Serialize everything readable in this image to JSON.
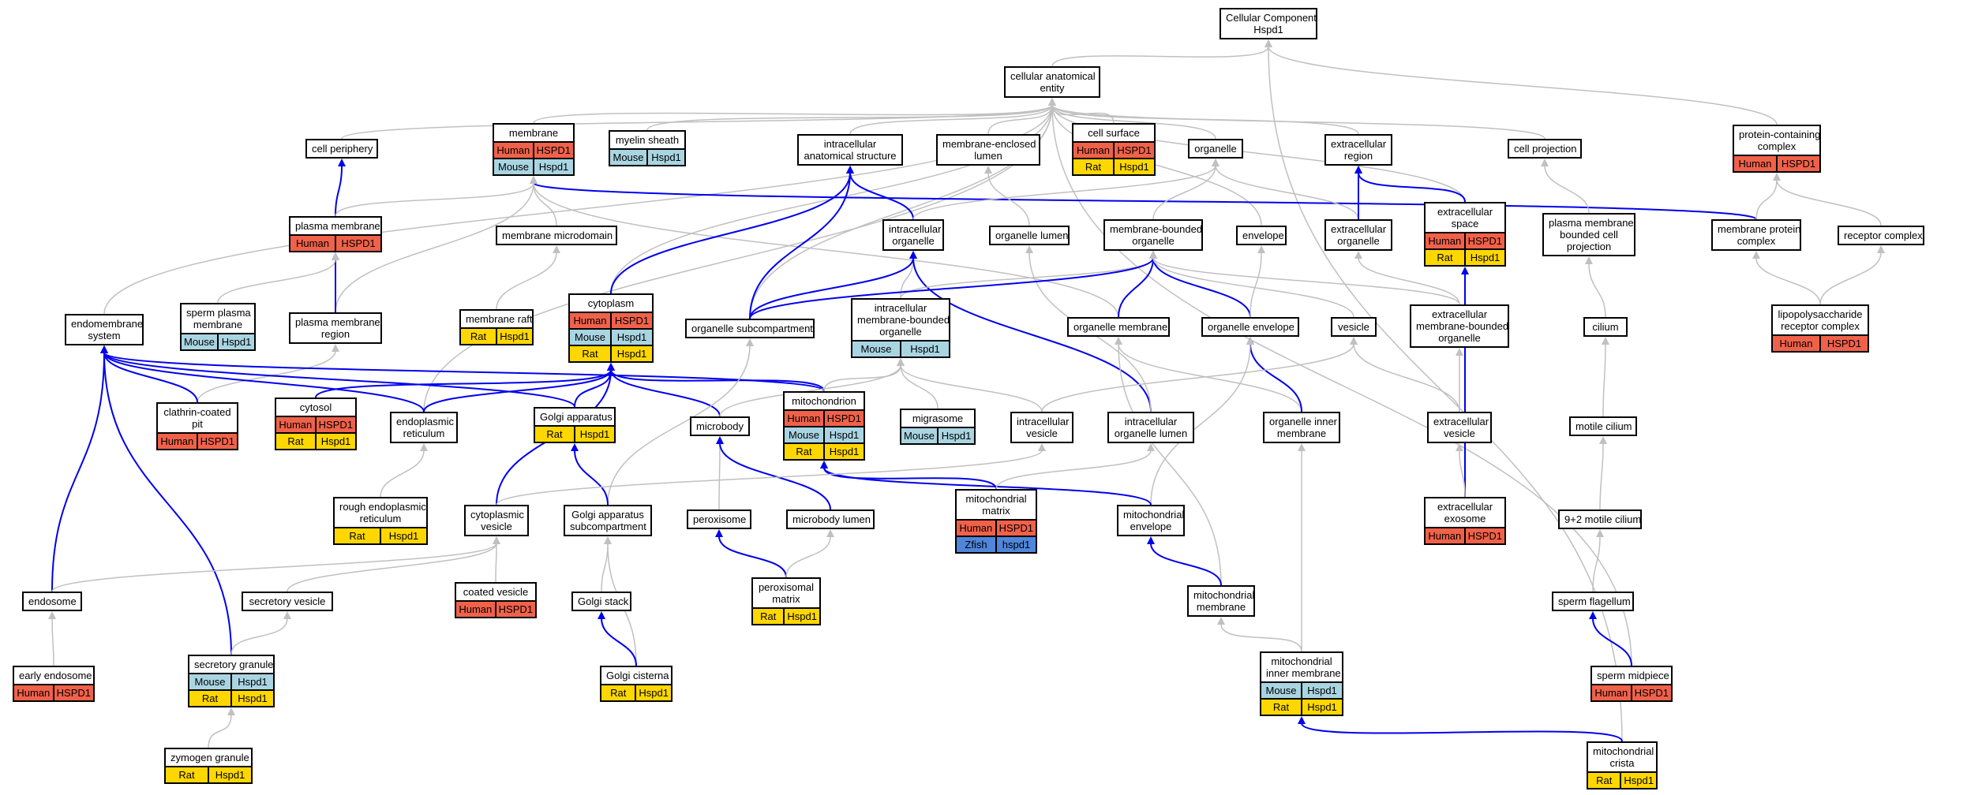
{
  "colors": {
    "Human": "#f0614a",
    "Mouse": "#a9d5e2",
    "Rat": "#ffd700",
    "Zfish": "#4f86dc",
    "edge_blue": "#0000ee",
    "edge_grey": "#c0c0c0"
  },
  "nodes": {
    "n_root": {
      "label": "Cellular Component\nHspd1",
      "rows": []
    },
    "n_cae": {
      "label": "cellular anatomical\nentity",
      "rows": []
    },
    "n_cellper": {
      "label": "cell periphery",
      "rows": []
    },
    "n_membrane": {
      "label": "membrane",
      "rows": [
        [
          "Human",
          "HSPD1"
        ],
        [
          "Mouse",
          "Hspd1"
        ]
      ]
    },
    "n_myelin": {
      "label": "myelin sheath",
      "rows": [
        [
          "Mouse",
          "Hspd1"
        ]
      ]
    },
    "n_ias": {
      "label": "intracellular\nanatomical structure",
      "rows": []
    },
    "n_mel": {
      "label": "membrane-enclosed\nlumen",
      "rows": []
    },
    "n_cellsurf": {
      "label": "cell surface",
      "rows": [
        [
          "Human",
          "HSPD1"
        ],
        [
          "Rat",
          "Hspd1"
        ]
      ]
    },
    "n_organelle": {
      "label": "organelle",
      "rows": []
    },
    "n_extreg": {
      "label": "extracellular\nregion",
      "rows": []
    },
    "n_cellproj": {
      "label": "cell projection",
      "rows": []
    },
    "n_protcx": {
      "label": "protein-containing\ncomplex",
      "rows": [
        [
          "Human",
          "HSPD1"
        ]
      ]
    },
    "n_plasmamem": {
      "label": "plasma membrane",
      "rows": [
        [
          "Human",
          "HSPD1"
        ]
      ]
    },
    "n_memmicro": {
      "label": "membrane microdomain",
      "rows": []
    },
    "n_intraorg": {
      "label": "intracellular\norganelle",
      "rows": []
    },
    "n_orglumen": {
      "label": "organelle lumen",
      "rows": []
    },
    "n_mbo": {
      "label": "membrane-bounded\norganelle",
      "rows": []
    },
    "n_envelope": {
      "label": "envelope",
      "rows": []
    },
    "n_extorg": {
      "label": "extracellular\norganelle",
      "rows": []
    },
    "n_extspace": {
      "label": "extracellular\nspace",
      "rows": [
        [
          "Human",
          "HSPD1"
        ],
        [
          "Rat",
          "Hspd1"
        ]
      ]
    },
    "n_pmbcp": {
      "label": "plasma membrane\nbounded cell\nprojection",
      "rows": []
    },
    "n_memprotcx": {
      "label": "membrane protein\ncomplex",
      "rows": []
    },
    "n_reccx": {
      "label": "receptor complex",
      "rows": []
    },
    "n_endomem": {
      "label": "endomembrane\nsystem",
      "rows": []
    },
    "n_spermpm": {
      "label": "sperm plasma\nmembrane",
      "rows": [
        [
          "Mouse",
          "Hspd1"
        ]
      ]
    },
    "n_pmregion": {
      "label": "plasma membrane\nregion",
      "rows": []
    },
    "n_memraft": {
      "label": "membrane raft",
      "rows": [
        [
          "Rat",
          "Hspd1"
        ]
      ]
    },
    "n_cytoplasm": {
      "label": "cytoplasm",
      "rows": [
        [
          "Human",
          "HSPD1"
        ],
        [
          "Mouse",
          "Hspd1"
        ],
        [
          "Rat",
          "Hspd1"
        ]
      ]
    },
    "n_orgsub": {
      "label": "organelle subcompartment",
      "rows": []
    },
    "n_imbo": {
      "label": "intracellular\nmembrane-bounded\norganelle",
      "rows": [
        [
          "Mouse",
          "Hspd1"
        ]
      ]
    },
    "n_orgmem": {
      "label": "organelle membrane",
      "rows": []
    },
    "n_orgenv": {
      "label": "organelle envelope",
      "rows": []
    },
    "n_vesicle": {
      "label": "vesicle",
      "rows": []
    },
    "n_embo": {
      "label": "extracellular\nmembrane-bounded\norganelle",
      "rows": []
    },
    "n_cilium": {
      "label": "cilium",
      "rows": []
    },
    "n_lps": {
      "label": "lipopolysaccharide\nreceptor complex",
      "rows": [
        [
          "Human",
          "HSPD1"
        ]
      ]
    },
    "n_ccpit": {
      "label": "clathrin-coated\npit",
      "rows": [
        [
          "Human",
          "HSPD1"
        ]
      ]
    },
    "n_cytosol": {
      "label": "cytosol",
      "rows": [
        [
          "Human",
          "HSPD1"
        ],
        [
          "Rat",
          "Hspd1"
        ]
      ]
    },
    "n_er": {
      "label": "endoplasmic\nreticulum",
      "rows": []
    },
    "n_golgi": {
      "label": "Golgi apparatus",
      "rows": [
        [
          "Rat",
          "Hspd1"
        ]
      ]
    },
    "n_microbody": {
      "label": "microbody",
      "rows": []
    },
    "n_mito": {
      "label": "mitochondrion",
      "rows": [
        [
          "Human",
          "HSPD1"
        ],
        [
          "Mouse",
          "Hspd1"
        ],
        [
          "Rat",
          "Hspd1"
        ]
      ]
    },
    "n_migrasome": {
      "label": "migrasome",
      "rows": [
        [
          "Mouse",
          "Hspd1"
        ]
      ]
    },
    "n_intraves": {
      "label": "intracellular\nvesicle",
      "rows": []
    },
    "n_intraorglumen": {
      "label": "intracellular\norganelle lumen",
      "rows": []
    },
    "n_orginnermem": {
      "label": "organelle inner\nmembrane",
      "rows": []
    },
    "n_extves": {
      "label": "extracellular\nvesicle",
      "rows": []
    },
    "n_motcilium": {
      "label": "motile cilium",
      "rows": []
    },
    "n_rer": {
      "label": "rough endoplasmic\nreticulum",
      "rows": [
        [
          "Rat",
          "Hspd1"
        ]
      ]
    },
    "n_cytoves": {
      "label": "cytoplasmic\nvesicle",
      "rows": []
    },
    "n_golgisub": {
      "label": "Golgi apparatus\nsubcompartment",
      "rows": []
    },
    "n_peroxisome": {
      "label": "peroxisome",
      "rows": []
    },
    "n_mblumen": {
      "label": "microbody lumen",
      "rows": []
    },
    "n_mitomatrix": {
      "label": "mitochondrial\nmatrix",
      "rows": [
        [
          "Human",
          "HSPD1"
        ],
        [
          "Zfish",
          "hspd1"
        ]
      ]
    },
    "n_mitoenv": {
      "label": "mitochondrial\nenvelope",
      "rows": []
    },
    "n_extexo": {
      "label": "extracellular\nexosome",
      "rows": [
        [
          "Human",
          "HSPD1"
        ]
      ]
    },
    "n_92cilium": {
      "label": "9+2 motile cilium",
      "rows": []
    },
    "n_endosome": {
      "label": "endosome",
      "rows": []
    },
    "n_secves": {
      "label": "secretory vesicle",
      "rows": []
    },
    "n_coatedves": {
      "label": "coated vesicle",
      "rows": [
        [
          "Human",
          "HSPD1"
        ]
      ]
    },
    "n_golgistack": {
      "label": "Golgi stack",
      "rows": []
    },
    "n_pxmatrix": {
      "label": "peroxisomal\nmatrix",
      "rows": [
        [
          "Rat",
          "Hspd1"
        ]
      ]
    },
    "n_mitomem": {
      "label": "mitochondrial\nmembrane",
      "rows": []
    },
    "n_spermflag": {
      "label": "sperm flagellum",
      "rows": []
    },
    "n_earlyendo": {
      "label": "early endosome",
      "rows": [
        [
          "Human",
          "HSPD1"
        ]
      ]
    },
    "n_secgran": {
      "label": "secretory granule",
      "rows": [
        [
          "Mouse",
          "Hspd1"
        ],
        [
          "Rat",
          "Hspd1"
        ]
      ]
    },
    "n_golgicist": {
      "label": "Golgi cisterna",
      "rows": [
        [
          "Rat",
          "Hspd1"
        ]
      ]
    },
    "n_mitoinner": {
      "label": "mitochondrial\ninner membrane",
      "rows": [
        [
          "Mouse",
          "Hspd1"
        ],
        [
          "Rat",
          "Hspd1"
        ]
      ]
    },
    "n_spermmid": {
      "label": "sperm midpiece",
      "rows": [
        [
          "Human",
          "HSPD1"
        ]
      ]
    },
    "n_zymogen": {
      "label": "zymogen granule",
      "rows": [
        [
          "Rat",
          "Hspd1"
        ]
      ]
    },
    "n_mitocrista": {
      "label": "mitochondrial\ncrista",
      "rows": [
        [
          "Rat",
          "Hspd1"
        ]
      ]
    }
  },
  "edges": [
    {
      "from": "n_cae",
      "to": "n_root",
      "type": "is_a"
    },
    {
      "from": "n_protcx",
      "to": "n_root",
      "type": "is_a"
    },
    {
      "from": "n_mitocrista",
      "to": "n_root",
      "type": "is_a"
    },
    {
      "from": "n_cellper",
      "to": "n_cae",
      "type": "is_a"
    },
    {
      "from": "n_membrane",
      "to": "n_cae",
      "type": "is_a"
    },
    {
      "from": "n_myelin",
      "to": "n_cae",
      "type": "is_a"
    },
    {
      "from": "n_ias",
      "to": "n_cae",
      "type": "is_a"
    },
    {
      "from": "n_mel",
      "to": "n_cae",
      "type": "is_a"
    },
    {
      "from": "n_cellsurf",
      "to": "n_cae",
      "type": "is_a"
    },
    {
      "from": "n_organelle",
      "to": "n_cae",
      "type": "is_a"
    },
    {
      "from": "n_extreg",
      "to": "n_cae",
      "type": "is_a"
    },
    {
      "from": "n_cellproj",
      "to": "n_cae",
      "type": "is_a"
    },
    {
      "from": "n_endomem",
      "to": "n_cae",
      "type": "is_a"
    },
    {
      "from": "n_cytoplasm",
      "to": "n_cae",
      "type": "is_a"
    },
    {
      "from": "n_orgsub",
      "to": "n_cae",
      "type": "is_a"
    },
    {
      "from": "n_envelope",
      "to": "n_cae",
      "type": "is_a"
    },
    {
      "from": "n_extspace",
      "to": "n_cae",
      "type": "is_a"
    },
    {
      "from": "n_spermmid",
      "to": "n_cae",
      "type": "is_a"
    },
    {
      "from": "n_er",
      "to": "n_cae",
      "type": "is_a"
    },
    {
      "from": "n_plasmamem",
      "to": "n_cellper",
      "type": "part_of"
    },
    {
      "from": "n_memprotcx",
      "to": "n_membrane",
      "type": "part_of"
    },
    {
      "from": "n_plasmamem",
      "to": "n_membrane",
      "type": "is_a"
    },
    {
      "from": "n_memmicro",
      "to": "n_membrane",
      "type": "is_a"
    },
    {
      "from": "n_orgmem",
      "to": "n_membrane",
      "type": "is_a"
    },
    {
      "from": "n_pmregion",
      "to": "n_membrane",
      "type": "is_a"
    },
    {
      "from": "n_intraorg",
      "to": "n_ias",
      "type": "part_of"
    },
    {
      "from": "n_orgsub",
      "to": "n_ias",
      "type": "part_of"
    },
    {
      "from": "n_cytoplasm",
      "to": "n_ias",
      "type": "part_of"
    },
    {
      "from": "n_orglumen",
      "to": "n_mel",
      "type": "is_a"
    },
    {
      "from": "n_intraorg",
      "to": "n_organelle",
      "type": "is_a"
    },
    {
      "from": "n_mbo",
      "to": "n_organelle",
      "type": "is_a"
    },
    {
      "from": "n_extorg",
      "to": "n_organelle",
      "type": "is_a"
    },
    {
      "from": "n_extorg",
      "to": "n_extreg",
      "type": "part_of"
    },
    {
      "from": "n_extspace",
      "to": "n_extreg",
      "type": "part_of"
    },
    {
      "from": "n_pmbcp",
      "to": "n_cellproj",
      "type": "is_a"
    },
    {
      "from": "n_memprotcx",
      "to": "n_protcx",
      "type": "is_a"
    },
    {
      "from": "n_reccx",
      "to": "n_protcx",
      "type": "is_a"
    },
    {
      "from": "n_pmregion",
      "to": "n_plasmamem",
      "type": "part_of"
    },
    {
      "from": "n_spermpm",
      "to": "n_plasmamem",
      "type": "is_a"
    },
    {
      "from": "n_memraft",
      "to": "n_memmicro",
      "type": "is_a"
    },
    {
      "from": "n_imbo",
      "to": "n_intraorg",
      "type": "is_a"
    },
    {
      "from": "n_orgsub",
      "to": "n_intraorg",
      "type": "part_of"
    },
    {
      "from": "n_intraorglumen",
      "to": "n_intraorg",
      "type": "part_of"
    },
    {
      "from": "n_intraorglumen",
      "to": "n_orglumen",
      "type": "is_a"
    },
    {
      "from": "n_imbo",
      "to": "n_mbo",
      "type": "is_a"
    },
    {
      "from": "n_orgmem",
      "to": "n_mbo",
      "type": "part_of"
    },
    {
      "from": "n_orgenv",
      "to": "n_mbo",
      "type": "part_of"
    },
    {
      "from": "n_orgsub",
      "to": "n_mbo",
      "type": "part_of"
    },
    {
      "from": "n_vesicle",
      "to": "n_mbo",
      "type": "is_a"
    },
    {
      "from": "n_embo",
      "to": "n_mbo",
      "type": "is_a"
    },
    {
      "from": "n_orgenv",
      "to": "n_envelope",
      "type": "is_a"
    },
    {
      "from": "n_embo",
      "to": "n_extorg",
      "type": "is_a"
    },
    {
      "from": "n_extexo",
      "to": "n_extspace",
      "type": "part_of"
    },
    {
      "from": "n_cilium",
      "to": "n_pmbcp",
      "type": "is_a"
    },
    {
      "from": "n_lps",
      "to": "n_memprotcx",
      "type": "is_a"
    },
    {
      "from": "n_lps",
      "to": "n_reccx",
      "type": "is_a"
    },
    {
      "from": "n_ccpit",
      "to": "n_pmregion",
      "type": "is_a"
    },
    {
      "from": "n_ccpit",
      "to": "n_endomem",
      "type": "part_of"
    },
    {
      "from": "n_er",
      "to": "n_endomem",
      "type": "part_of"
    },
    {
      "from": "n_golgi",
      "to": "n_endomem",
      "type": "part_of"
    },
    {
      "from": "n_mito",
      "to": "n_endomem",
      "type": "part_of"
    },
    {
      "from": "n_endosome",
      "to": "n_endomem",
      "type": "part_of"
    },
    {
      "from": "n_secgran",
      "to": "n_endomem",
      "type": "part_of"
    },
    {
      "from": "n_cytosol",
      "to": "n_cytoplasm",
      "type": "part_of"
    },
    {
      "from": "n_er",
      "to": "n_cytoplasm",
      "type": "part_of"
    },
    {
      "from": "n_golgi",
      "to": "n_cytoplasm",
      "type": "part_of"
    },
    {
      "from": "n_microbody",
      "to": "n_cytoplasm",
      "type": "part_of"
    },
    {
      "from": "n_mito",
      "to": "n_cytoplasm",
      "type": "part_of"
    },
    {
      "from": "n_cytoves",
      "to": "n_cytoplasm",
      "type": "part_of"
    },
    {
      "from": "n_mito",
      "to": "n_imbo",
      "type": "is_a"
    },
    {
      "from": "n_microbody",
      "to": "n_imbo",
      "type": "is_a"
    },
    {
      "from": "n_intraves",
      "to": "n_imbo",
      "type": "is_a"
    },
    {
      "from": "n_migrasome",
      "to": "n_imbo",
      "type": "is_a"
    },
    {
      "from": "n_golgisub",
      "to": "n_orgsub",
      "type": "is_a"
    },
    {
      "from": "n_orginnermem",
      "to": "n_orgmem",
      "type": "is_a"
    },
    {
      "from": "n_mitomem",
      "to": "n_orgmem",
      "type": "is_a"
    },
    {
      "from": "n_orginnermem",
      "to": "n_orgenv",
      "type": "part_of"
    },
    {
      "from": "n_mitoenv",
      "to": "n_orgenv",
      "type": "is_a"
    },
    {
      "from": "n_intraves",
      "to": "n_vesicle",
      "type": "is_a"
    },
    {
      "from": "n_extves",
      "to": "n_vesicle",
      "type": "is_a"
    },
    {
      "from": "n_extves",
      "to": "n_embo",
      "type": "is_a"
    },
    {
      "from": "n_motcilium",
      "to": "n_cilium",
      "type": "is_a"
    },
    {
      "from": "n_rer",
      "to": "n_er",
      "type": "is_a"
    },
    {
      "from": "n_golgisub",
      "to": "n_golgi",
      "type": "part_of"
    },
    {
      "from": "n_peroxisome",
      "to": "n_microbody",
      "type": "is_a"
    },
    {
      "from": "n_mblumen",
      "to": "n_microbody",
      "type": "part_of"
    },
    {
      "from": "n_mitomatrix",
      "to": "n_mito",
      "type": "part_of"
    },
    {
      "from": "n_mitoenv",
      "to": "n_mito",
      "type": "part_of"
    },
    {
      "from": "n_cytoves",
      "to": "n_intraves",
      "type": "is_a"
    },
    {
      "from": "n_mitomatrix",
      "to": "n_intraorglumen",
      "type": "is_a"
    },
    {
      "from": "n_extexo",
      "to": "n_extves",
      "type": "is_a"
    },
    {
      "from": "n_92cilium",
      "to": "n_motcilium",
      "type": "is_a"
    },
    {
      "from": "n_coatedves",
      "to": "n_cytoves",
      "type": "is_a"
    },
    {
      "from": "n_endosome",
      "to": "n_cytoves",
      "type": "is_a"
    },
    {
      "from": "n_secves",
      "to": "n_cytoves",
      "type": "is_a"
    },
    {
      "from": "n_golgistack",
      "to": "n_golgisub",
      "type": "is_a"
    },
    {
      "from": "n_golgicist",
      "to": "n_golgisub",
      "type": "is_a"
    },
    {
      "from": "n_pxmatrix",
      "to": "n_peroxisome",
      "type": "part_of"
    },
    {
      "from": "n_pxmatrix",
      "to": "n_mblumen",
      "type": "is_a"
    },
    {
      "from": "n_mitomem",
      "to": "n_mitoenv",
      "type": "part_of"
    },
    {
      "from": "n_spermflag",
      "to": "n_92cilium",
      "type": "is_a"
    },
    {
      "from": "n_earlyendo",
      "to": "n_endosome",
      "type": "is_a"
    },
    {
      "from": "n_secgran",
      "to": "n_secves",
      "type": "is_a"
    },
    {
      "from": "n_golgicist",
      "to": "n_golgistack",
      "type": "part_of"
    },
    {
      "from": "n_mitoinner",
      "to": "n_mitomem",
      "type": "is_a"
    },
    {
      "from": "n_mitoinner",
      "to": "n_orginnermem",
      "type": "is_a"
    },
    {
      "from": "n_spermmid",
      "to": "n_spermflag",
      "type": "part_of"
    },
    {
      "from": "n_zymogen",
      "to": "n_secgran",
      "type": "is_a"
    },
    {
      "from": "n_mitocrista",
      "to": "n_mitoinner",
      "type": "part_of"
    }
  ]
}
